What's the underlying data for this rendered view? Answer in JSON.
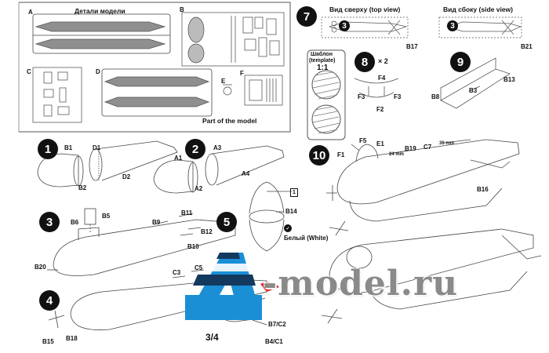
{
  "parts_panel": {
    "title": "Детали модели",
    "sprue_letters": [
      "A",
      "B",
      "C",
      "D",
      "E",
      "F"
    ],
    "caption": "Part of the model"
  },
  "template_panel": {
    "line1": "Шаблон",
    "line2": "(template)",
    "scale": "1:1"
  },
  "step7": {
    "number": "7",
    "top_view": "Вид сверху (top view)",
    "side_view": "Вид сбоку (side view)",
    "callout": "3",
    "label_top": "B17",
    "label_side": "B21"
  },
  "step8": {
    "number": "8",
    "multiplier": "× 2",
    "labels": [
      "F4",
      "F3",
      "F3",
      "F2"
    ]
  },
  "step9": {
    "number": "9",
    "labels": [
      "B13",
      "B3",
      "B8"
    ]
  },
  "step1": {
    "number": "1",
    "labels": [
      "B1",
      "D1",
      "B2",
      "D2"
    ]
  },
  "step2": {
    "number": "2",
    "labels": [
      "A3",
      "A1",
      "A2",
      "A4"
    ]
  },
  "step3": {
    "number": "3",
    "labels": [
      "B6",
      "B5",
      "B9",
      "B11",
      "B12",
      "B10",
      "B20"
    ]
  },
  "step4": {
    "number": "4",
    "labels": [
      "C3",
      "C5",
      "B15",
      "B18"
    ]
  },
  "step5": {
    "number": "5",
    "box": "1",
    "label": "B14",
    "paint": "Белый (White)"
  },
  "step10": {
    "number": "10",
    "labels": [
      "F5",
      "E1",
      "F1",
      "B19",
      "C7",
      "B16"
    ],
    "dim1": "24 mm",
    "dim2": "36 mm"
  },
  "sub34": {
    "caption": "3/4",
    "labels": [
      "B7/C2",
      "B4/C1"
    ]
  },
  "watermark": {
    "text": "-model.ru",
    "letter": "A"
  },
  "colors": {
    "ink": "#111111",
    "part_grey": "#8f8f8f",
    "logo_blue": "#1a8fd6",
    "logo_dark": "#14395e",
    "logo_red": "#e3262e",
    "watermark_grey": "#8a8a8a"
  }
}
